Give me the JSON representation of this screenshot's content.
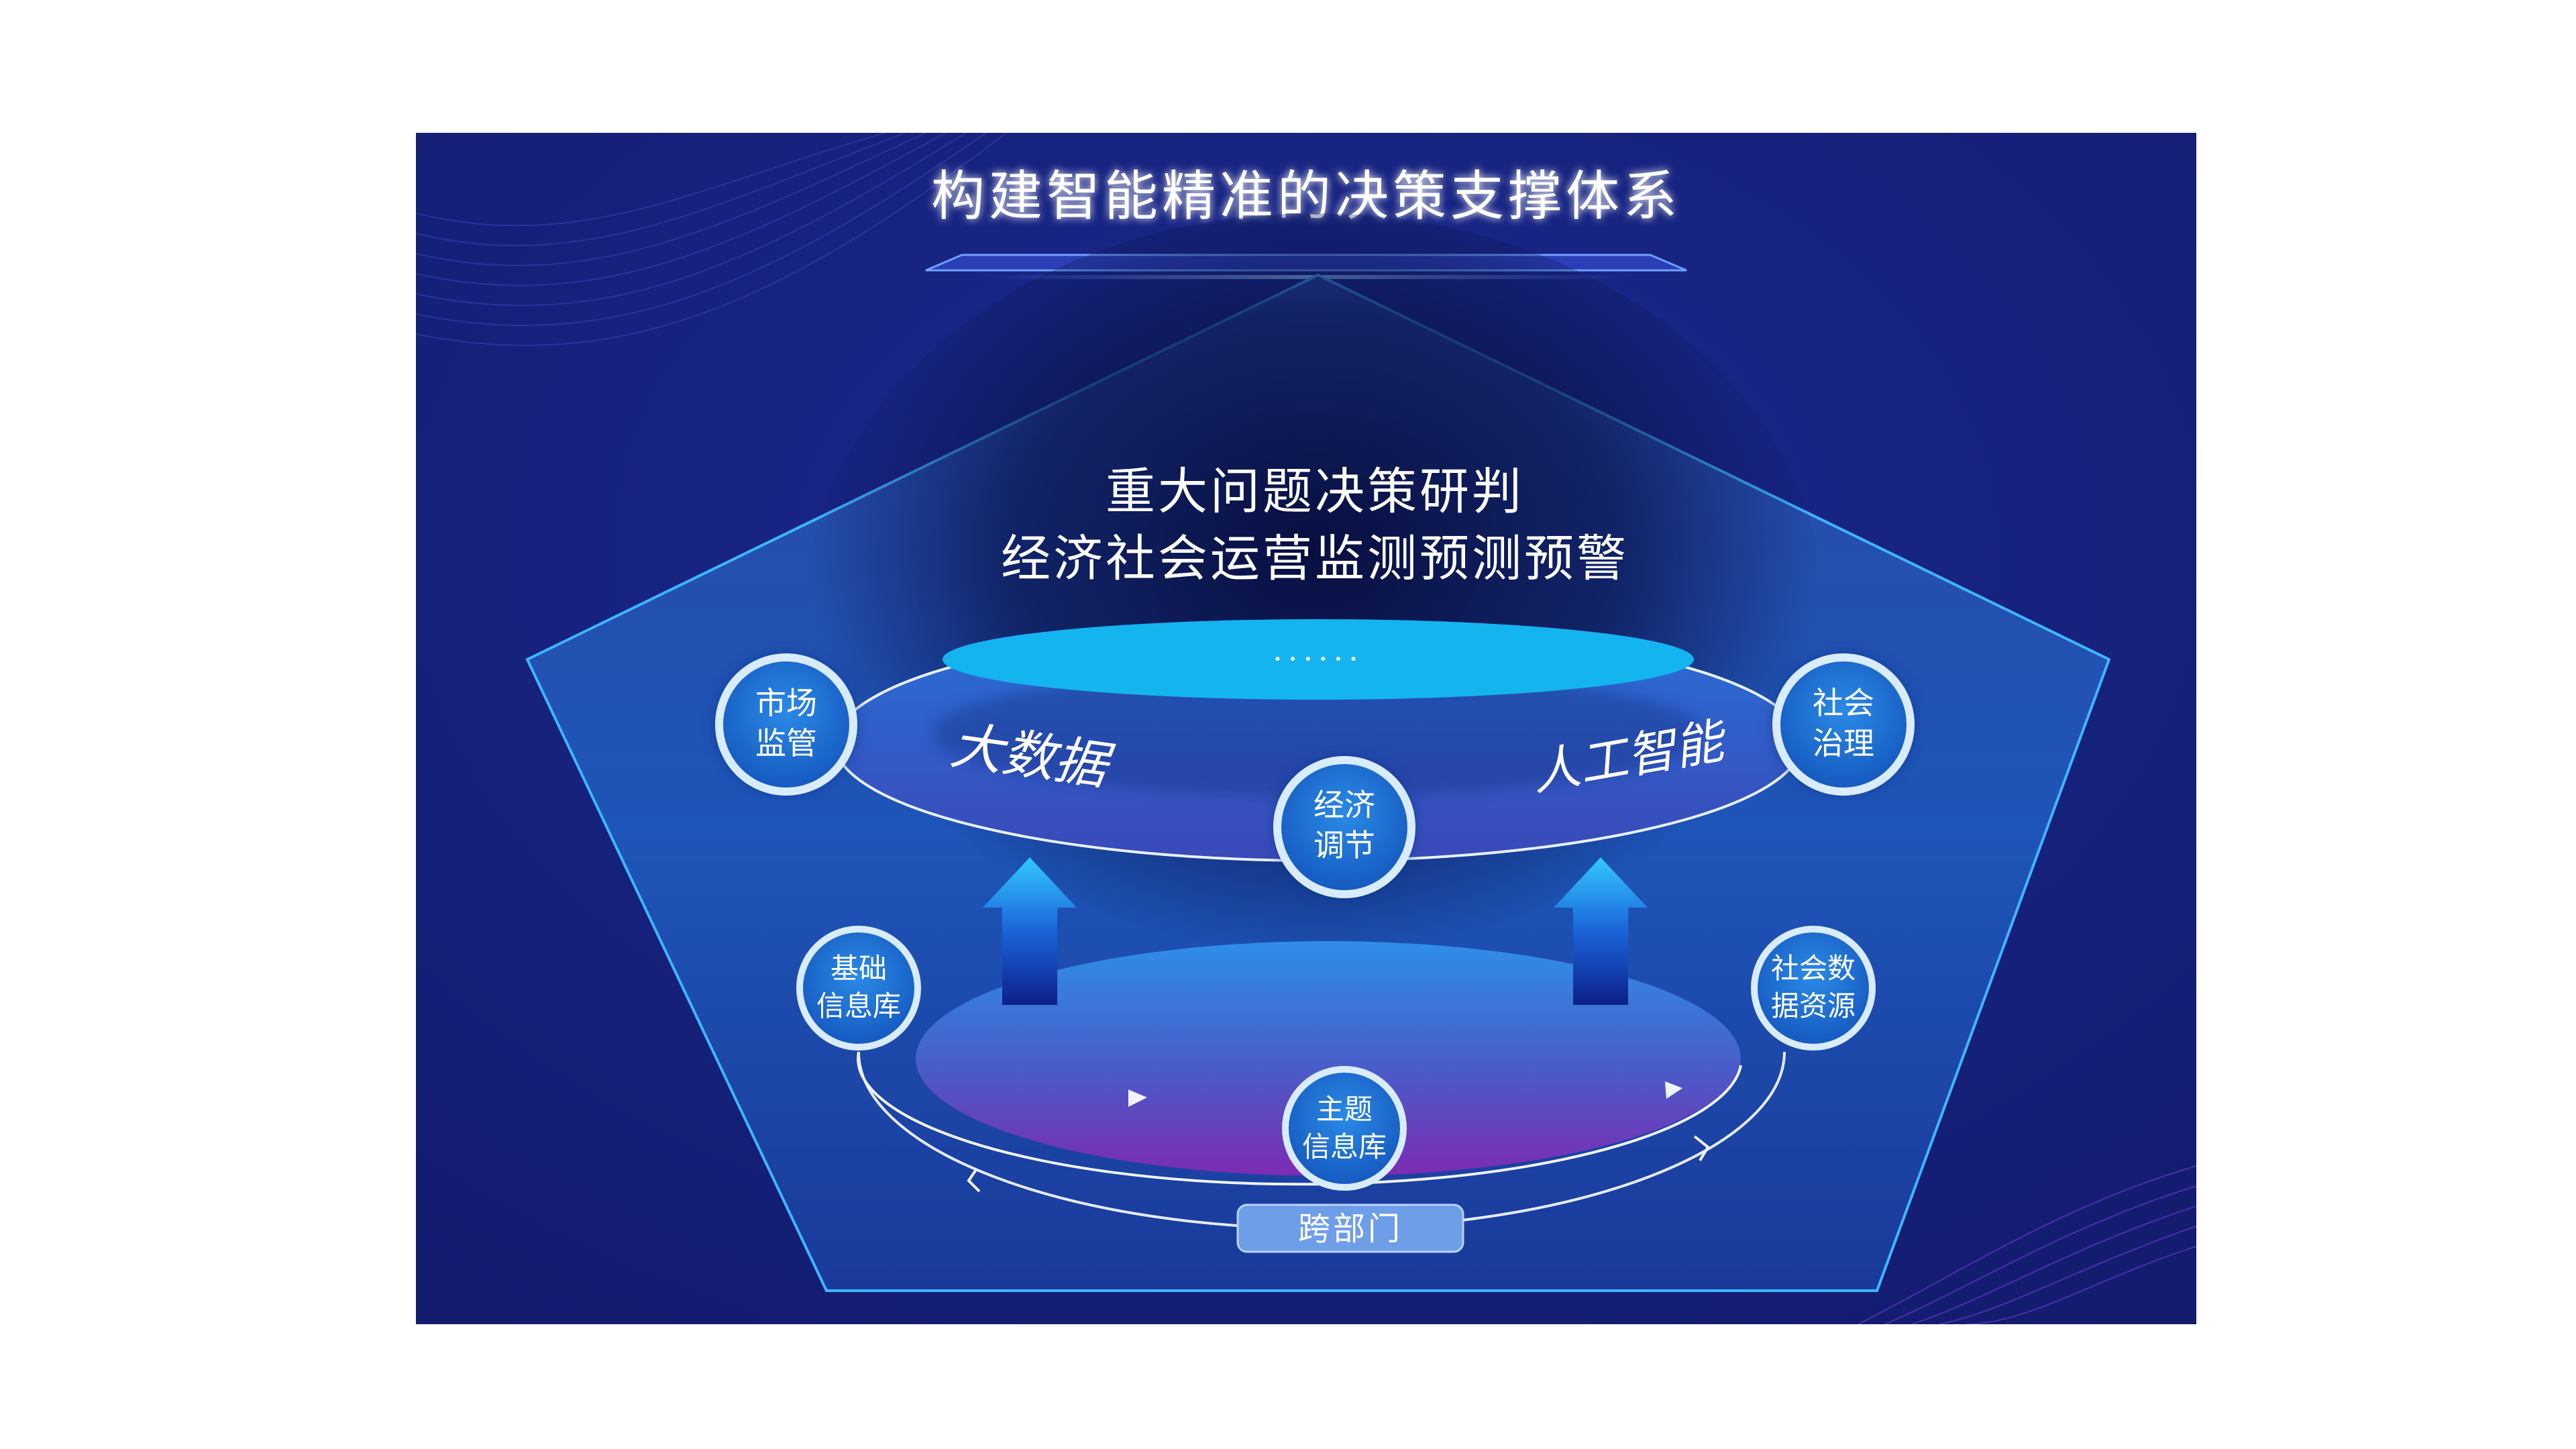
{
  "title": "构建智能精准的决策支撑体系",
  "top_outputs": {
    "line1": "重大问题决策研判",
    "line2": "经济社会运营监测预测预警"
  },
  "upper_platform": {
    "ellipsis": "······",
    "left_label": "大数据",
    "right_label": "人工智能",
    "nodes": {
      "left": {
        "line1": "市场",
        "line2": "监管"
      },
      "center": {
        "line1": "经济",
        "line2": "调节"
      },
      "right": {
        "line1": "社会",
        "line2": "治理"
      }
    }
  },
  "lower_platform": {
    "nodes": {
      "left": {
        "line1": "基础",
        "line2": "信息库"
      },
      "center": {
        "line1": "主题",
        "line2": "信息库"
      },
      "right": {
        "line1": "社会数",
        "line2": "据资源"
      }
    },
    "cross_department_label": "跨部门"
  },
  "colors": {
    "background": "#151f7c",
    "pentagon_fill": "#1d4fa8",
    "pentagon_stroke": "#3fb6ff",
    "accent_cyan": "#14b4f0",
    "node_fill": "#1f6fd0",
    "node_ring": "#d9ecff",
    "lower_top": "#2d8de6",
    "lower_bottom": "#7a2fb5"
  }
}
